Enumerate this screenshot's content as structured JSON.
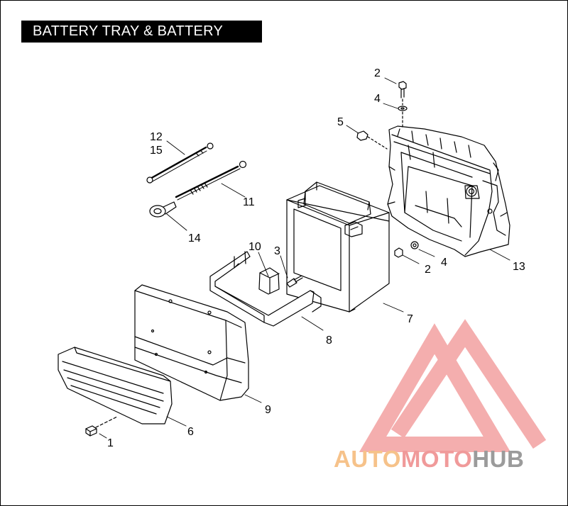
{
  "title": "BATTERY TRAY & BATTERY",
  "callouts": {
    "c1": "1",
    "c2a": "2",
    "c2b": "2",
    "c3": "3",
    "c4a": "4",
    "c4b": "4",
    "c5": "5",
    "c6": "6",
    "c7": "7",
    "c8": "8",
    "c9": "9",
    "c10": "10",
    "c11": "11",
    "c12": "12",
    "c13": "13",
    "c14": "14",
    "c15": "15"
  },
  "watermark": {
    "part1": "AUTO",
    "part2": "MOTO",
    "part3": "HUB",
    "colors": {
      "auto": "#f6c28a",
      "moto": "#f09a9a",
      "hub": "#9b9b9b",
      "triangle": "#f3a0a0"
    }
  }
}
